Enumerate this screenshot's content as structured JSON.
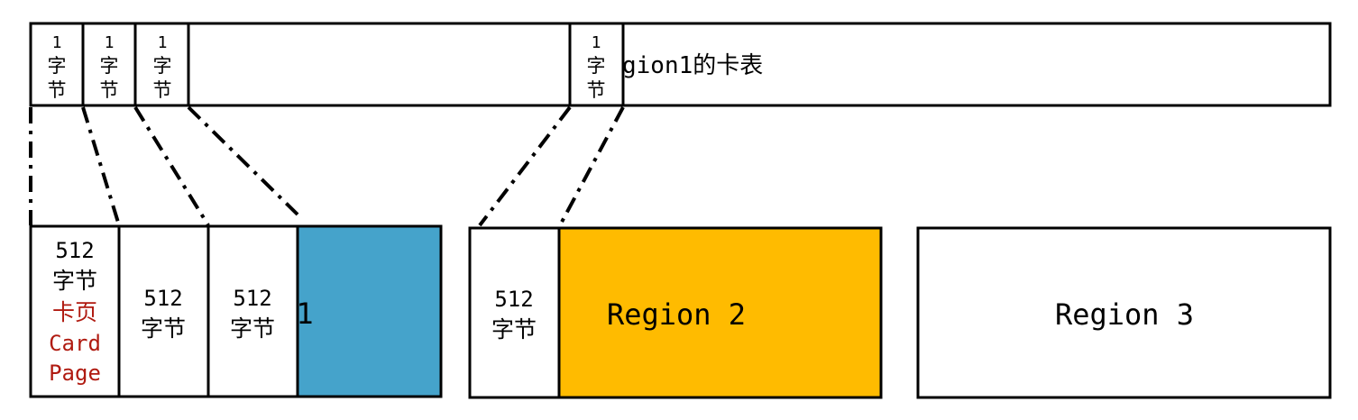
{
  "card_table": {
    "title": "gion1的卡表",
    "entries": [
      {
        "size_line1": "1",
        "size_line2": "字",
        "size_line3": "节"
      },
      {
        "size_line1": "1",
        "size_line2": "字",
        "size_line3": "节"
      },
      {
        "size_line1": "1",
        "size_line2": "字",
        "size_line3": "节"
      },
      {
        "size_line1": "1",
        "size_line2": "字",
        "size_line3": "节"
      }
    ]
  },
  "region1": {
    "label": "1",
    "color": "#45a3cb",
    "pages": [
      {
        "size": "512",
        "unit": "字节",
        "name_cn": "卡页",
        "name_en_1": "Card",
        "name_en_2": "Page"
      },
      {
        "size": "512",
        "unit": "字节"
      },
      {
        "size": "512",
        "unit": "字节"
      }
    ]
  },
  "region2": {
    "label": "Region 2",
    "color": "#ffbb00",
    "page": {
      "size": "512",
      "unit": "字节"
    }
  },
  "region3": {
    "label": "Region 3",
    "color": "#ffffff"
  },
  "colors": {
    "stroke": "#000000",
    "card_page_text": "#b01a10"
  }
}
